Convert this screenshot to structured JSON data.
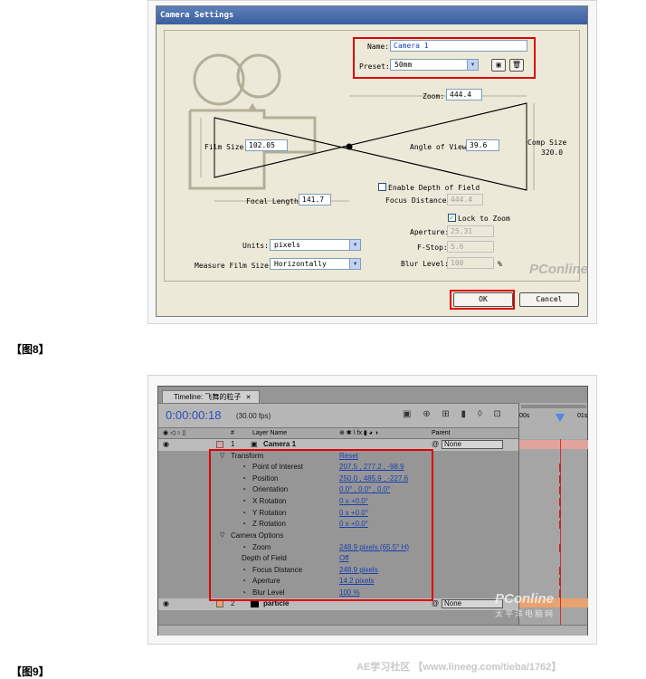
{
  "figure8": {
    "caption": "【图8】",
    "dialog": {
      "title": "Camera Settings",
      "name_label": "Name:",
      "name_value": "Camera 1",
      "preset_label": "Preset:",
      "preset_value": "50mm",
      "zoom_label": "Zoom:",
      "zoom_value": "444.4",
      "film_size_label": "Film Size:",
      "film_size_value": "102.05",
      "angle_label": "Angle of View:",
      "angle_value": "39.6",
      "comp_size_label": "Comp Size",
      "comp_size_value": "320.0",
      "focal_length_label": "Focal Length:",
      "focal_length_value": "141.7",
      "dof_label": "Enable Depth of Field",
      "focus_distance_label": "Focus Distance:",
      "focus_distance_value": "444.4",
      "lock_zoom_label": "Lock to Zoom",
      "units_label": "Units:",
      "units_value": "pixels",
      "aperture_label": "Aperture:",
      "aperture_value": "25.31",
      "fstop_label": "F-Stop:",
      "fstop_value": "5.6",
      "measure_label": "Measure Film Size:",
      "measure_value": "Horizontally",
      "blur_label": "Blur Level:",
      "blur_value": "100",
      "blur_unit": "%",
      "ok_label": "OK",
      "cancel_label": "Cancel",
      "watermark": "PConline"
    }
  },
  "figure9": {
    "caption": "【图9】",
    "timeline": {
      "tab_title": "Timeline: 飞舞的粒子",
      "timecode": "0:00:00:18",
      "fps": "(30.00 fps)",
      "header": {
        "num": "#",
        "layer_name": "Layer Name",
        "parent": "Parent"
      },
      "ruler_start": "00s",
      "ruler_end": "01s",
      "layers": [
        {
          "num": "1",
          "name": "Camera 1",
          "parent": "None"
        },
        {
          "num": "2",
          "name": "particle",
          "parent": "None"
        }
      ],
      "properties": [
        {
          "name": "Transform",
          "value": "Reset",
          "indent": 1,
          "twirl": true
        },
        {
          "name": "Point of Interest",
          "value": "207.5 , 277.2 , -98.9",
          "indent": 2
        },
        {
          "name": "Position",
          "value": "250.0 , 485.9 , -227.6",
          "indent": 2
        },
        {
          "name": "Orientation",
          "value": "0.0° , 0.0° , 0.0°",
          "indent": 2
        },
        {
          "name": "X Rotation",
          "value": "0 x +0.0°",
          "indent": 2
        },
        {
          "name": "Y Rotation",
          "value": "0 x +0.0°",
          "indent": 2
        },
        {
          "name": "Z Rotation",
          "value": "0 x +0.0°",
          "indent": 2
        },
        {
          "name": "Camera Options",
          "value": "",
          "indent": 1,
          "twirl": true
        },
        {
          "name": "Zoom",
          "value": "248.9 pixels (65.5° H)",
          "indent": 2
        },
        {
          "name": "Depth of Field",
          "value": "Off",
          "indent": 2,
          "nostopwatch": true
        },
        {
          "name": "Focus Distance",
          "value": "248.9 pixels",
          "indent": 2
        },
        {
          "name": "Aperture",
          "value": "14.2 pixels",
          "indent": 2
        },
        {
          "name": "Blur Level",
          "value": "100 %",
          "indent": 2
        }
      ],
      "watermark": "PConline",
      "watermark_sub": "太平洋电脑网"
    }
  },
  "footer_text": "AE学习社区 【www.lineeg.com/tieba/1762】",
  "colors": {
    "highlight_red": "#e00000",
    "timecode_blue": "#2b4fbd",
    "link_blue": "#1a3fb0"
  }
}
